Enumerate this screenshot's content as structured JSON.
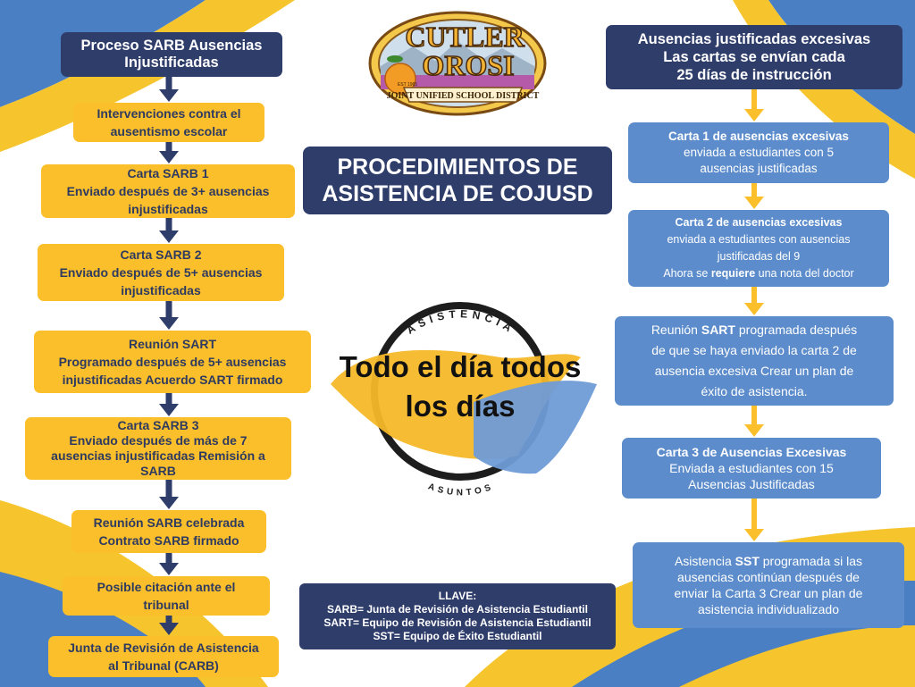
{
  "left_flow": {
    "header": [
      "Proceso SARB Ausencias",
      "Injustificadas"
    ],
    "steps": [
      {
        "lines": [
          "Intervenciones contra el",
          "ausentismo escolar"
        ]
      },
      {
        "lines": [
          "Carta SARB 1",
          "Enviado después de 3+ ausencias",
          "injustificadas"
        ]
      },
      {
        "lines": [
          "Carta SARB 2",
          "Enviado después de 5+ ausencias",
          "injustificadas"
        ]
      },
      {
        "lines": [
          "Reunión SART",
          "Programado después de 5+ ausencias",
          "injustificadas Acuerdo SART firmado"
        ]
      },
      {
        "lines": [
          "Carta SARB 3",
          "Enviado después de más de 7",
          "ausencias injustificadas Remisión a",
          "SARB"
        ]
      },
      {
        "lines": [
          "Reunión SARB celebrada",
          "Contrato SARB firmado"
        ]
      },
      {
        "lines": [
          "Posible citación ante el",
          "tribunal"
        ]
      },
      {
        "lines": [
          "Junta de Revisión de Asistencia",
          "al Tribunal (CARB)"
        ]
      }
    ]
  },
  "right_flow": {
    "header": [
      "Ausencias justificadas excesivas",
      "Las cartas se envían cada",
      "25 días de instrucción"
    ],
    "steps": {
      "s1": {
        "title": "Carta 1 de ausencias excesivas",
        "lines": [
          "enviada a estudiantes con 5",
          "ausencias justificadas"
        ]
      },
      "s2": {
        "title": "Carta 2 de ausencias excesivas",
        "lines": [
          "enviada a estudiantes con ausencias",
          "justificadas del 9"
        ],
        "last_pre": "Ahora se ",
        "last_bold": "requiere",
        "last_post": " una nota del doctor"
      },
      "s3": {
        "pre": "Reunión ",
        "bold": "SART",
        "post": " programada después",
        "lines": [
          "de que se haya enviado la carta 2 de",
          "ausencia excesiva Crear un plan de",
          "éxito de asistencia."
        ]
      },
      "s4": {
        "title": "Carta 3 de Ausencias Excesivas",
        "lines": [
          "Enviada a estudiantes con 15",
          "Ausencias Justificadas"
        ]
      },
      "s5": {
        "pre": "Asistencia ",
        "bold": "SST",
        "post": " programada si las",
        "lines": [
          "ausencias continúan después de",
          "enviar la Carta 3 Crear un plan de",
          "asistencia individualizado"
        ]
      }
    }
  },
  "center": {
    "title": [
      "PROCEDIMIENTOS DE",
      "ASISTENCIA DE COJUSD"
    ],
    "logo": {
      "line1": "CUTLER",
      "line2": "OROSI",
      "banner": "JOINT UNIFIED SCHOOL DISTRICT",
      "est": "EST 1965"
    },
    "emblem": {
      "top_arc": "ASISTENCIA",
      "bottom_arc": "ASUNTOS",
      "slogan": [
        "Todo el día todos",
        "los días"
      ]
    },
    "key": {
      "title": "LLAVE:",
      "lines": [
        "SARB= Junta de Revisión de Asistencia Estudiantil",
        "SART= Equipo de Revisión de Asistencia Estudiantil",
        "SST= Equipo de Éxito Estudiantil"
      ]
    }
  },
  "colors": {
    "navy": "#2f3d6b",
    "yellow": "#fbbf2b",
    "blue": "#5c8ccb",
    "background_blue": "#4b7fc4",
    "background_yellow": "#f6c52e"
  }
}
